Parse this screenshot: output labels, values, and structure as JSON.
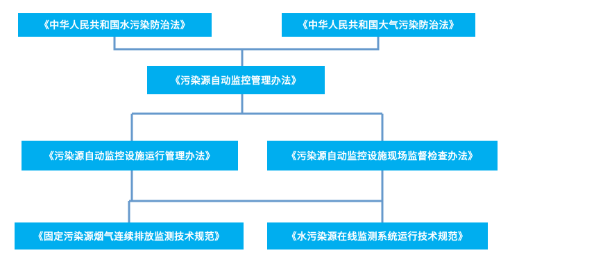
{
  "diagram": {
    "type": "hierarchy-flowchart",
    "colors": {
      "node_fill": "#00AEEF",
      "node_text": "#FFFFFF",
      "connector": "#6699CC",
      "background": "#FFFFFF"
    },
    "levels": [
      {
        "level": 1,
        "nodes": [
          {
            "id": "water-law",
            "label": "《中华人民共和国水污染防治法》"
          },
          {
            "id": "air-law",
            "label": "《中华人民共和国大气污染防治法》"
          }
        ]
      },
      {
        "level": 2,
        "nodes": [
          {
            "id": "auto-monitor",
            "label": "《污染源自动监控管理办法》"
          }
        ]
      },
      {
        "level": 3,
        "nodes": [
          {
            "id": "facility-oper",
            "label": "《污染源自动监控设施运行管理办法》"
          },
          {
            "id": "facility-inspect",
            "label": "《污染源自动监控设施现场监督检查办法》"
          }
        ]
      },
      {
        "level": 4,
        "nodes": [
          {
            "id": "flue-gas-spec",
            "label": "《固定污染源烟气连续排放监测技术规范》"
          },
          {
            "id": "water-online-spec",
            "label": "《水污染源在线监测系统运行技术规范》"
          }
        ]
      }
    ],
    "edges": [
      {
        "from": "water-law",
        "to": "auto-monitor"
      },
      {
        "from": "air-law",
        "to": "auto-monitor"
      },
      {
        "from": "auto-monitor",
        "to": "facility-oper"
      },
      {
        "from": "auto-monitor",
        "to": "facility-inspect"
      },
      {
        "from": "facility-oper",
        "to": "flue-gas-spec"
      },
      {
        "from": "facility-inspect",
        "to": "water-online-spec"
      }
    ]
  }
}
